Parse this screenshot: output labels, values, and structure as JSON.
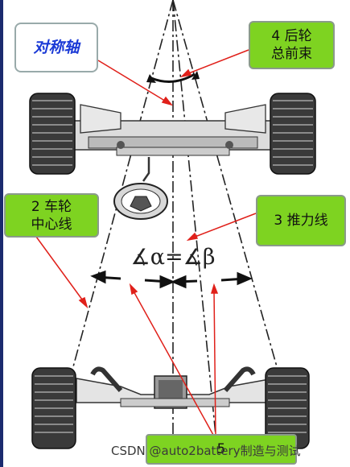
{
  "labels": {
    "symmetry_axis": "对称轴",
    "rear_total_toe": "4 后轮\n总前束",
    "wheel_centerline": "2 车轮\n中心线",
    "thrust_line": "3 推力线",
    "bottom_label": "5",
    "formula": "∡α=∡β"
  },
  "watermark": "CSDN @auto2battery制造与测试",
  "colors": {
    "callout_green": "#7ed321",
    "arrow_red": "#e0201a",
    "symmetry_text": "#1b3ad6"
  }
}
